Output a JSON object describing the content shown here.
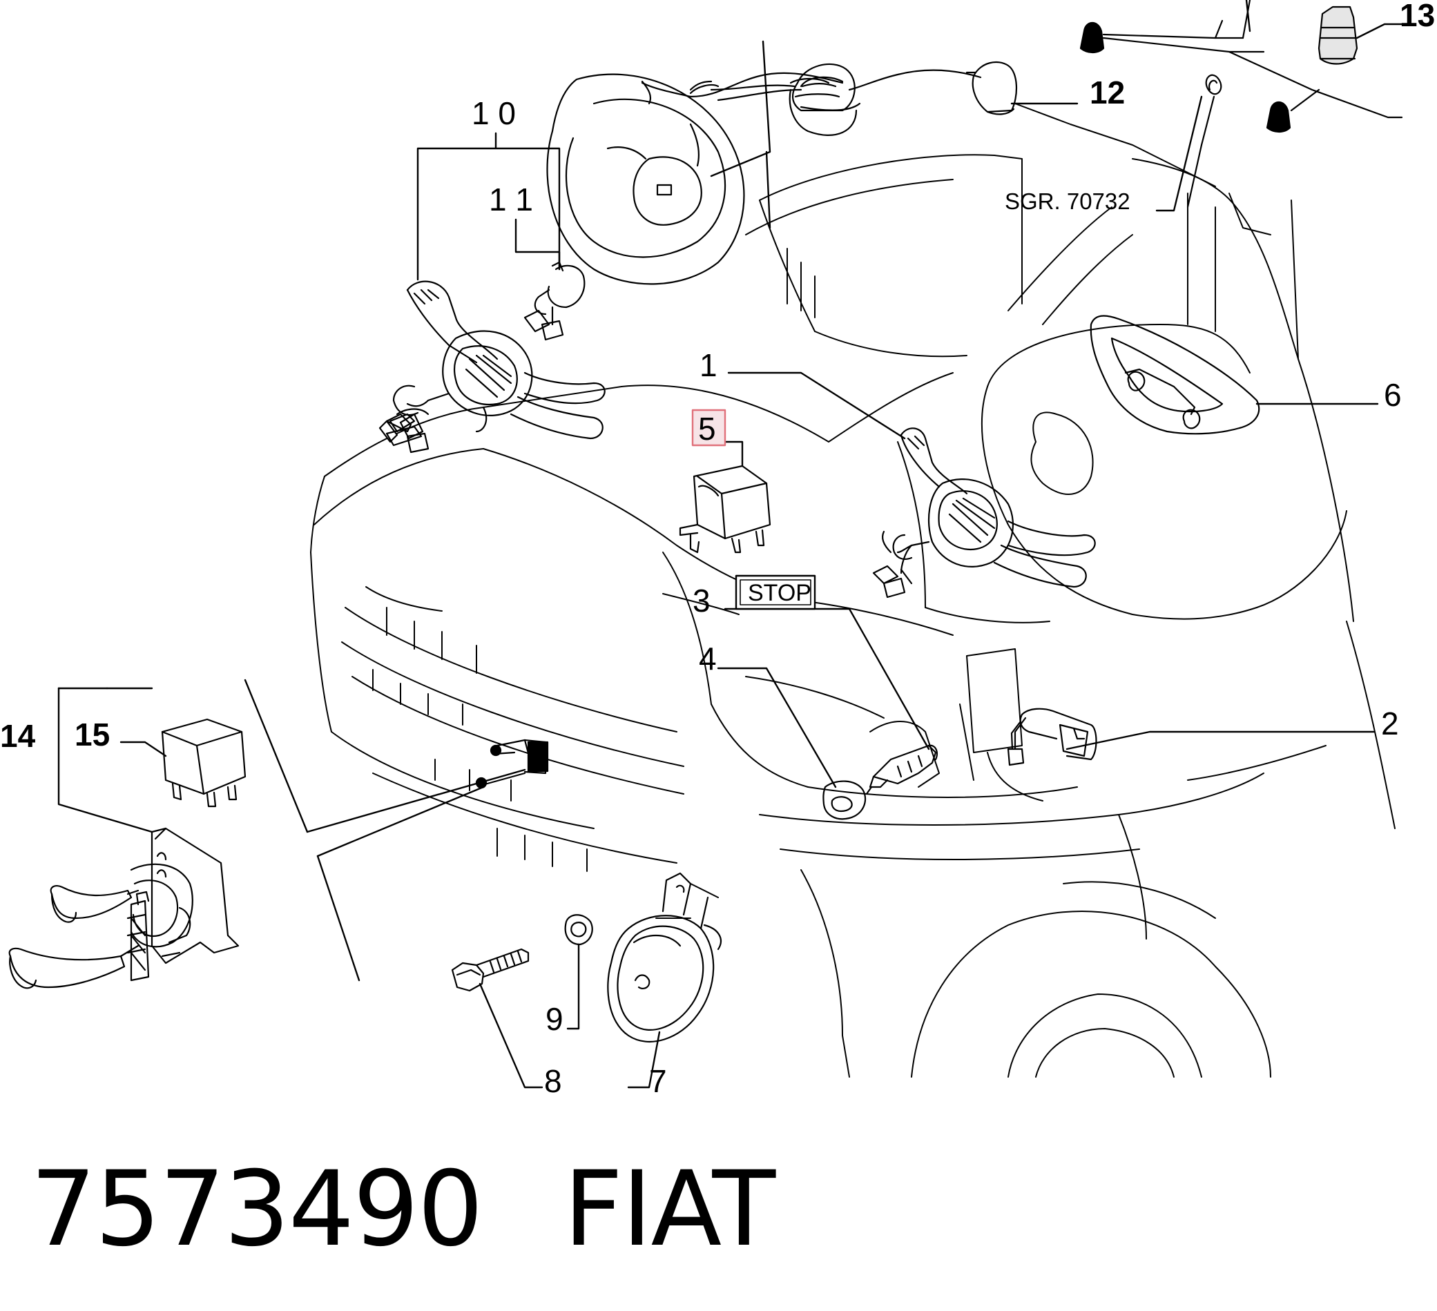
{
  "diagram": {
    "callouts": [
      {
        "id": "1",
        "text": "1"
      },
      {
        "id": "2",
        "text": "2"
      },
      {
        "id": "3",
        "text": "3"
      },
      {
        "id": "4",
        "text": "4"
      },
      {
        "id": "5",
        "text": "5"
      },
      {
        "id": "6",
        "text": "6"
      },
      {
        "id": "7",
        "text": "7"
      },
      {
        "id": "8",
        "text": "8"
      },
      {
        "id": "9",
        "text": "9"
      },
      {
        "id": "10",
        "text": "1 0"
      },
      {
        "id": "11",
        "text": "1 1"
      },
      {
        "id": "12",
        "text": "12"
      },
      {
        "id": "13",
        "text": "13"
      },
      {
        "id": "14",
        "text": "14"
      },
      {
        "id": "15",
        "text": "15"
      }
    ],
    "reference": "SGR. 70732",
    "stop_label": "STOP",
    "highlight_color": "#e0707a"
  },
  "footer": {
    "part_number": "7573490",
    "brand": "FIAT"
  }
}
